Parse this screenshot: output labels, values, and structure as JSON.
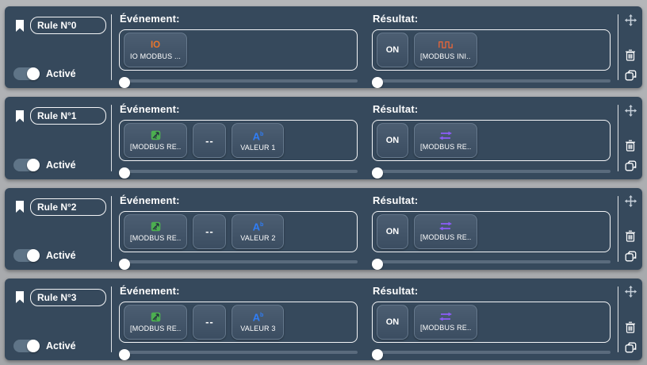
{
  "labels": {
    "event_header": "Événement:",
    "result_header": "Résultat:",
    "enabled": "Activé",
    "on": "ON",
    "operator": "--"
  },
  "colors": {
    "panel_background": "#36495c",
    "outer_background": "#a8aaad",
    "accent_orange": "#e8762d",
    "accent_green": "#4caf50",
    "accent_blue": "#2f7df6",
    "accent_purple": "#8b5cf6"
  },
  "rules": [
    {
      "name": "Rule N°0",
      "event_chip": {
        "title": "IO",
        "label": "IO MODBUS ..."
      },
      "result_chip": {
        "label": "[MODBUS INI.."
      }
    },
    {
      "name": "Rule N°1",
      "event_chip": {
        "label": "[MODBUS RE.."
      },
      "value_chip": {
        "label": "VALEUR 1"
      },
      "result_chip": {
        "label": "[MODBUS RE.."
      }
    },
    {
      "name": "Rule N°2",
      "event_chip": {
        "label": "[MODBUS RE.."
      },
      "value_chip": {
        "label": "VALEUR 2"
      },
      "result_chip": {
        "label": "[MODBUS RE.."
      }
    },
    {
      "name": "Rule N°3",
      "event_chip": {
        "label": "[MODBUS RE.."
      },
      "value_chip": {
        "label": "VALEUR 3"
      },
      "result_chip": {
        "label": "[MODBUS RE.."
      }
    }
  ]
}
